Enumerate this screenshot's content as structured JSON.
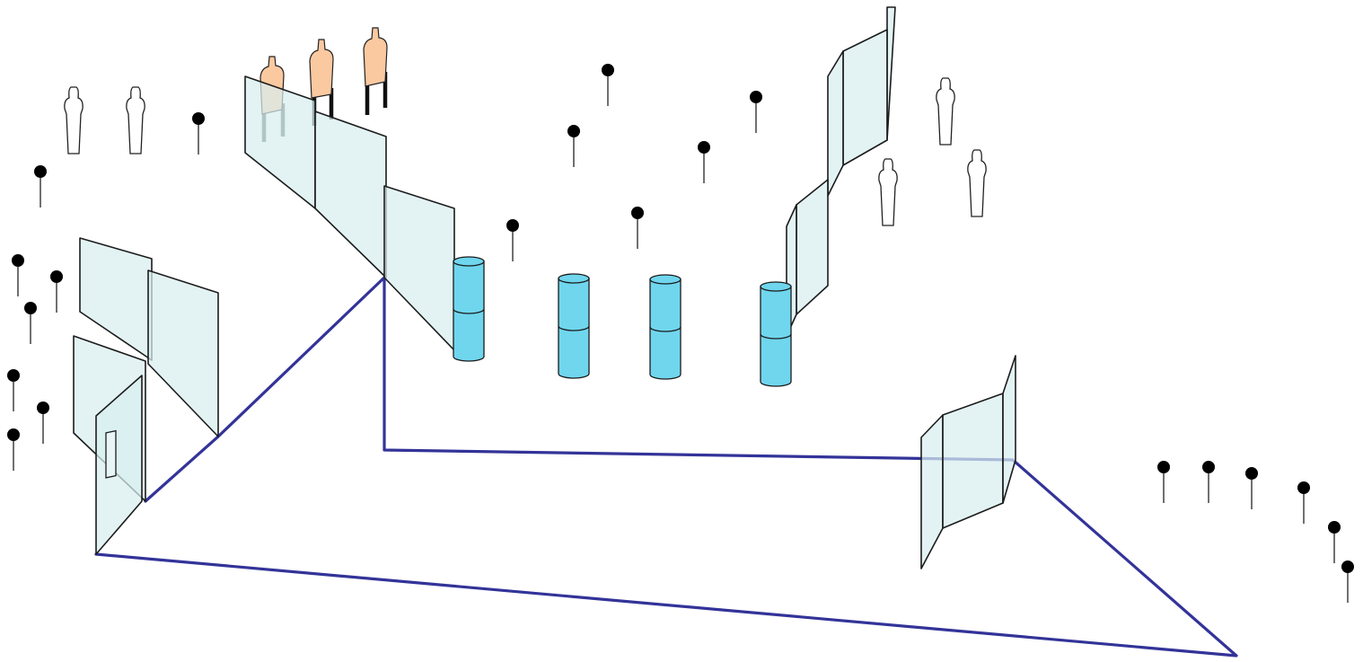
{
  "scene": {
    "title": "",
    "colors": {
      "wall_fill": "#d8eef0",
      "wall_stroke": "#1c1c1c",
      "route": "#333399",
      "barrel": "#6fd6ee",
      "no_shoot_target": "#ffffff",
      "shoot_target": "#fbc9a0",
      "steel_post": "#000000"
    },
    "elements": {
      "walls": "glass-wall-panel",
      "barrels": "barrel-stack",
      "paper_targets": "paper-target",
      "no_shoot_targets": "no-shoot-target",
      "steel_targets": "steel-popper",
      "shooting_route": "shooter-path",
      "door": "door-frame"
    }
  }
}
